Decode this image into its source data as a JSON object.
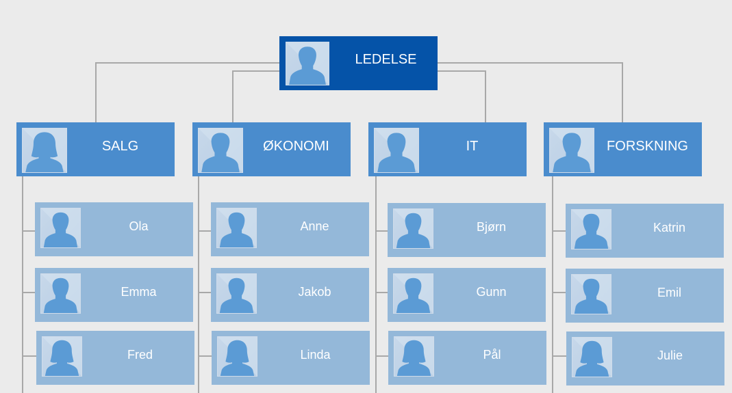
{
  "root": {
    "label": "LEDELSE",
    "icon": "male-person-icon"
  },
  "departments": [
    {
      "label": "SALG",
      "icon": "female-person-icon",
      "members": [
        {
          "name": "Ola",
          "icon": "male-person-icon"
        },
        {
          "name": "Emma",
          "icon": "male-person-icon"
        },
        {
          "name": "Fred",
          "icon": "female-person-icon"
        }
      ]
    },
    {
      "label": "ØKONOMI",
      "icon": "male-person-icon",
      "members": [
        {
          "name": "Anne",
          "icon": "male-person-icon"
        },
        {
          "name": "Jakob",
          "icon": "male-person-icon"
        },
        {
          "name": "Linda",
          "icon": "female-person-icon"
        }
      ]
    },
    {
      "label": "IT",
      "icon": "male-person-icon",
      "members": [
        {
          "name": "Bjørn",
          "icon": "male-person-icon"
        },
        {
          "name": "Gunn",
          "icon": "male-person-icon"
        },
        {
          "name": "Pål",
          "icon": "female-person-icon"
        }
      ]
    },
    {
      "label": "FORSKNING",
      "icon": "male-person-icon",
      "members": [
        {
          "name": "Katrin",
          "icon": "male-person-icon"
        },
        {
          "name": "Emil",
          "icon": "male-person-icon"
        },
        {
          "name": "Julie",
          "icon": "female-person-icon"
        }
      ]
    }
  ],
  "colors": {
    "background": "#ebebeb",
    "root_fill": "#0553a8",
    "department_fill": "#4a8ccd",
    "member_fill": "#94b8d9",
    "connector": "#a8a8a8",
    "silhouette": "#5b9bd5"
  }
}
